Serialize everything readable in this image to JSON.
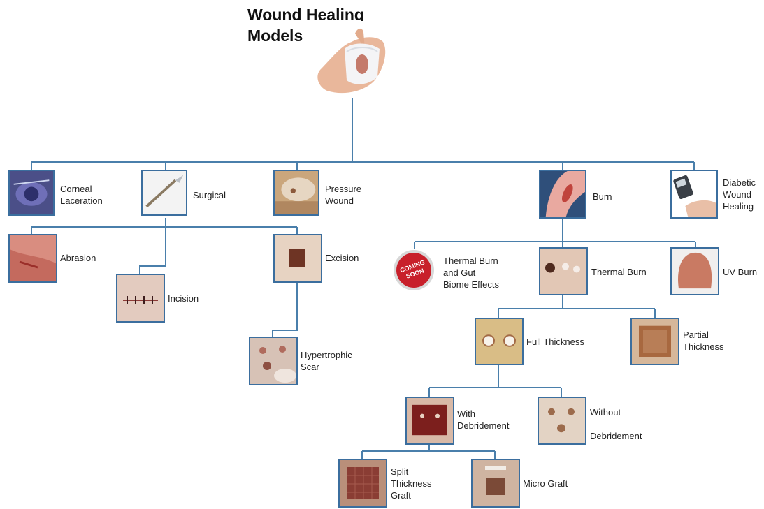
{
  "title": [
    "Wound Healing",
    "Models"
  ],
  "line_color": "#3b6e9e",
  "border_color": "#3b6e9e",
  "nodes": [
    {
      "id": "corneal-laceration",
      "label": "Corneal\nLaceration",
      "icon": "eye-photo"
    },
    {
      "id": "surgical",
      "label": "Surgical",
      "icon": "scalpel-photo"
    },
    {
      "id": "pressure-wound",
      "label": "Pressure\nWound",
      "icon": "pressure-wound-photo"
    },
    {
      "id": "burn",
      "label": "Burn",
      "icon": "arm-burn-photo"
    },
    {
      "id": "diabetic-wound-healing",
      "label": "Diabetic\nWound\nHealing",
      "icon": "glucose-meter-photo"
    },
    {
      "id": "abrasion",
      "label": "Abrasion",
      "icon": "abrasion-photo"
    },
    {
      "id": "incision",
      "label": "Incision",
      "icon": "sutured-incision-photo"
    },
    {
      "id": "excision",
      "label": "Excision",
      "icon": "excision-photo"
    },
    {
      "id": "hypertrophic-scar",
      "label": "Hypertrophic\nScar",
      "icon": "scar-photo"
    },
    {
      "id": "thermal-burn-gut",
      "label": "Thermal Burn\nand Gut\nBiome Effects",
      "icon": "coming-soon-badge"
    },
    {
      "id": "thermal-burn",
      "label": "Thermal Burn",
      "icon": "thermal-burn-photo"
    },
    {
      "id": "uv-burn",
      "label": "UV Burn",
      "icon": "uv-burn-photo"
    },
    {
      "id": "full-thickness",
      "label": "Full Thickness",
      "icon": "full-thickness-photo"
    },
    {
      "id": "partial-thickness",
      "label": "Partial\nThickness",
      "icon": "partial-thickness-photo"
    },
    {
      "id": "with-debridement",
      "label": "With\nDebridement",
      "icon": "debrided-wound-photo"
    },
    {
      "id": "without-debridement",
      "label": "Without\n\nDebridement",
      "icon": "undebrided-wound-photo"
    },
    {
      "id": "split-thickness-graft",
      "label": "Split\nThickness\nGraft",
      "icon": "split-graft-photo"
    },
    {
      "id": "micro-graft",
      "label": "Micro Graft",
      "icon": "micro-graft-photo"
    }
  ],
  "coming_soon": [
    "COMING",
    "SOON"
  ]
}
